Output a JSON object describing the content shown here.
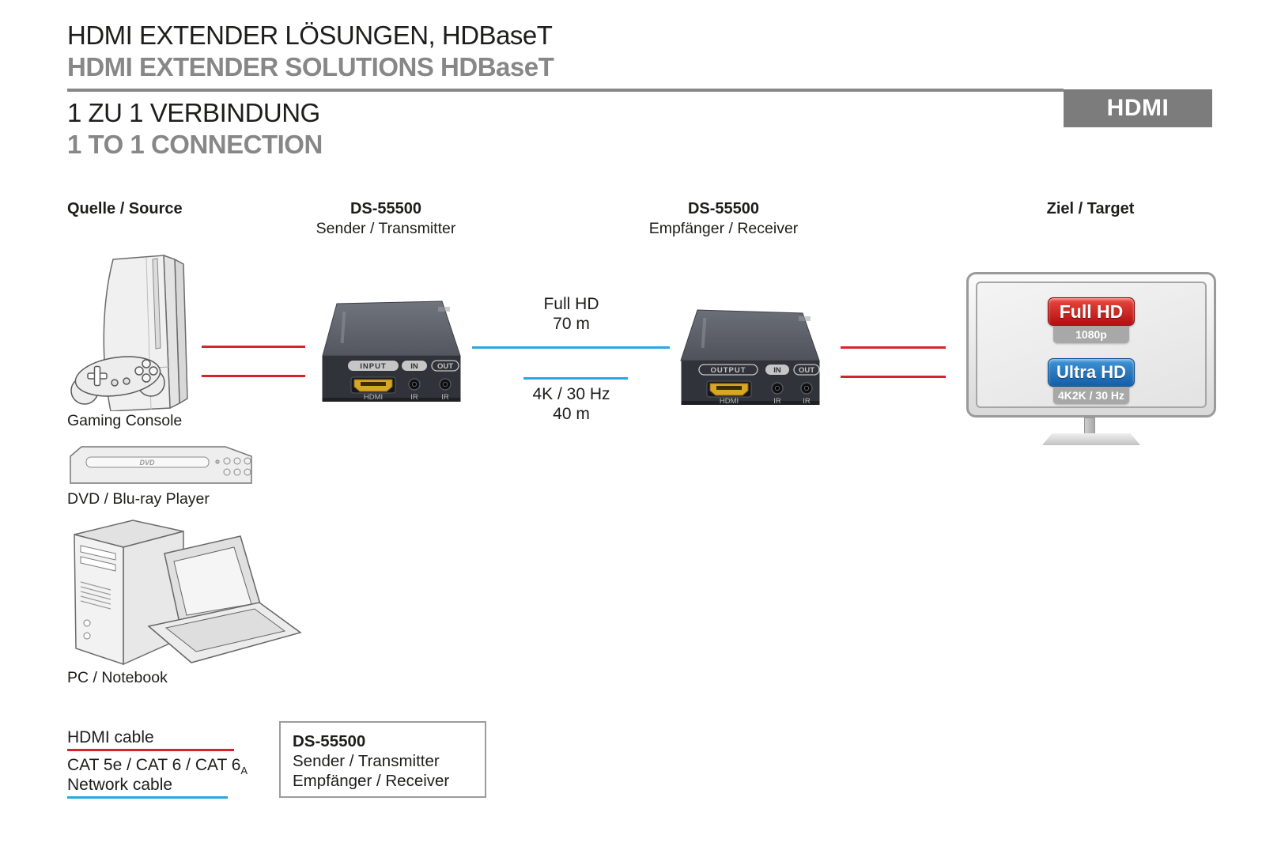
{
  "header": {
    "title_de": "HDMI EXTENDER LÖSUNGEN, HDBaseT",
    "title_en": "HDMI EXTENDER SOLUTIONS HDBaseT",
    "section_de": "1 ZU 1 VERBINDUNG",
    "section_en": "1 TO 1 CONNECTION",
    "badge_label": "HDMI"
  },
  "columns": {
    "source_title": "Quelle / Source",
    "transmitter_title": "DS-55500",
    "transmitter_subtitle": "Sender / Transmitter",
    "receiver_title": "DS-55500",
    "receiver_subtitle": "Empfänger / Receiver",
    "target_title": "Ziel / Target"
  },
  "sources": {
    "gaming_console": "Gaming Console",
    "dvd_player": "DVD / Blu-ray Player",
    "dvd_logo": "DVD",
    "pc_notebook": "PC / Notebook"
  },
  "transmitter_device": {
    "port_label": "INPUT",
    "hdmi_label": "HDMI",
    "ir_in_label": "IN",
    "ir_out_label": "OUT",
    "ir1_label": "IR",
    "ir2_label": "IR"
  },
  "receiver_device": {
    "port_label": "OUTPUT",
    "hdmi_label": "HDMI",
    "ir_in_label": "IN",
    "ir_out_label": "OUT",
    "ir1_label": "IR",
    "ir2_label": "IR"
  },
  "connection": {
    "full_hd_line1": "Full HD",
    "full_hd_line2": "70 m",
    "uhd_line1": "4K / 30 Hz",
    "uhd_line2": "40 m"
  },
  "tv": {
    "full_hd_badge": "Full HD",
    "full_hd_sub": "1080p",
    "ultra_hd_badge": "Ultra HD",
    "ultra_hd_sub": "4K2K / 30 Hz"
  },
  "legend": {
    "hdmi_cable": "HDMI cable",
    "cat_line": "CAT 5e / CAT 6 / CAT 6",
    "cat_sub": "A",
    "network_cable": "Network cable",
    "product_box_title": "DS-55500",
    "product_box_line1": "Sender / Transmitter",
    "product_box_line2": "Empfänger / Receiver"
  },
  "colors": {
    "hdmi_cable_red": "#d8232e",
    "network_cable_blue": "#29a8e0",
    "accent_gray": "#878787",
    "full_hd_red": "#b50d10",
    "ultra_hd_blue": "#135ea9"
  }
}
